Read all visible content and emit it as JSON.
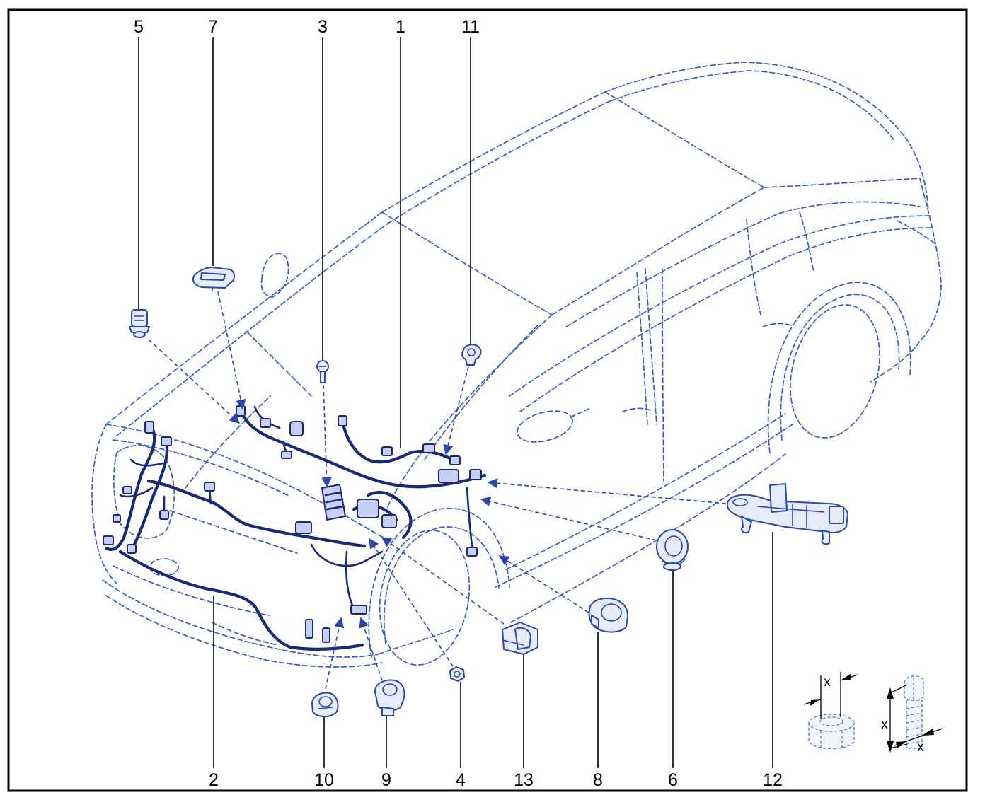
{
  "callouts": {
    "top": [
      "5",
      "7",
      "3",
      "1",
      "11"
    ],
    "bottom": [
      "2",
      "10",
      "9",
      "4",
      "13",
      "8",
      "6",
      "12"
    ]
  },
  "dimension_labels": [
    "x",
    "x",
    "x"
  ],
  "colors": {
    "outline": "#3b5cc4",
    "harness": "#1a2878",
    "leader": "#000000",
    "frame": "#000000"
  }
}
